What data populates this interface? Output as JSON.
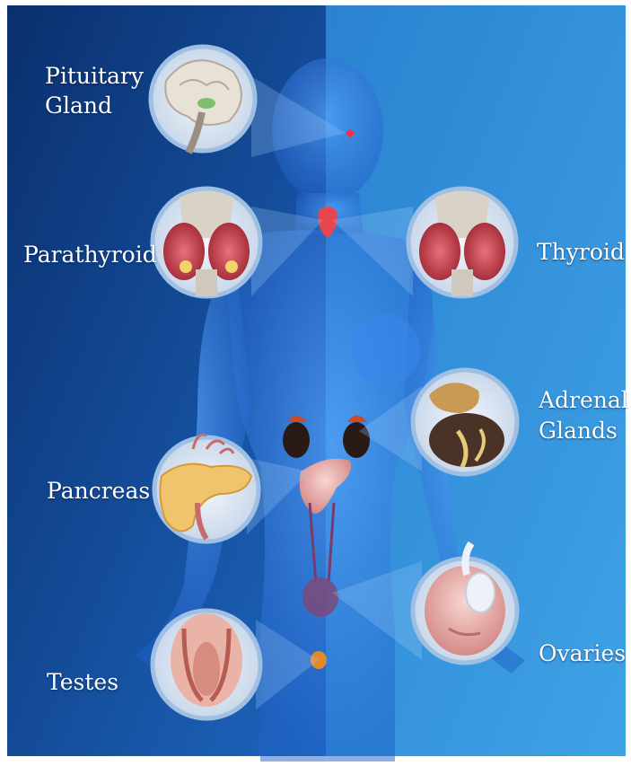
{
  "labels": {
    "pituitary_line1": "Pituitary",
    "pituitary_line2": "Gland",
    "parathyroid": "Parathyroid",
    "thyroid": "Thyroid",
    "adrenal_line1": "Adrenal",
    "adrenal_line2": "Glands",
    "pancreas": "Pancreas",
    "ovaries": "Ovaries",
    "testes": "Testes"
  },
  "colors": {
    "background_dark": "#0d3f86",
    "background_light": "#2f8fd8",
    "body_glow": "#3f8ef0",
    "gland_red": "#e53a3a",
    "label_text": "#ffffff"
  }
}
